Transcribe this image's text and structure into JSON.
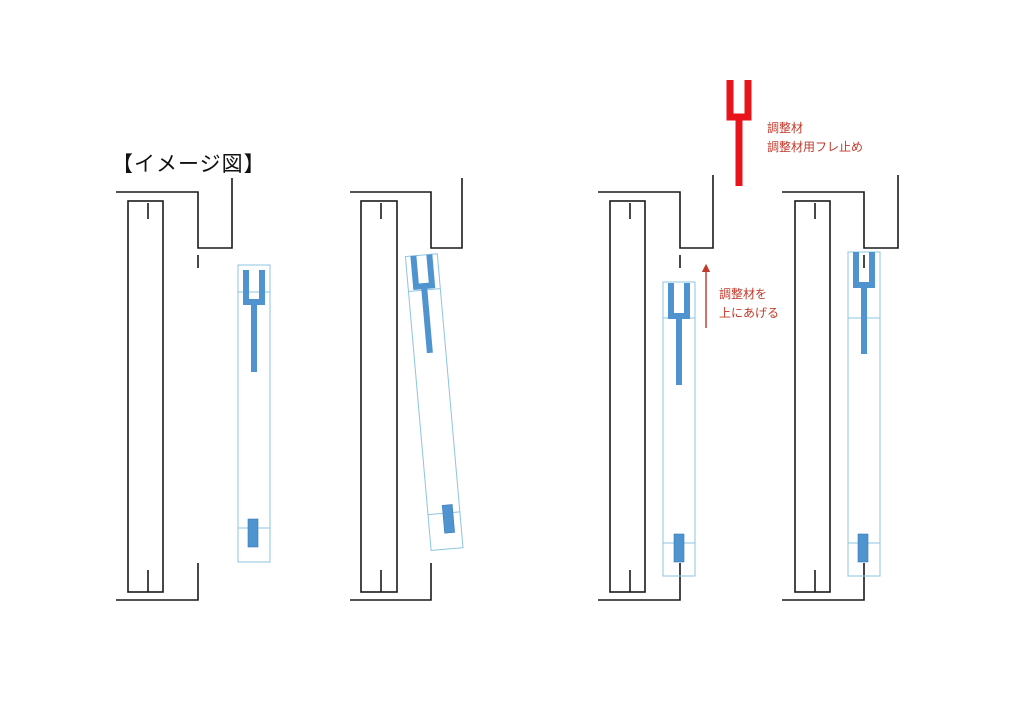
{
  "title": "【イメージ図】",
  "annotations": {
    "top_right": [
      "調整材",
      "調整材用フレ止め"
    ],
    "raise": [
      "調整材を",
      "上にあげる"
    ]
  },
  "colors": {
    "frame": "#1a1a1a",
    "glass": "#8ec4e0",
    "adjuster": "#4f93cf",
    "highlight": "#e8141b",
    "note_text": "#c0392b"
  }
}
